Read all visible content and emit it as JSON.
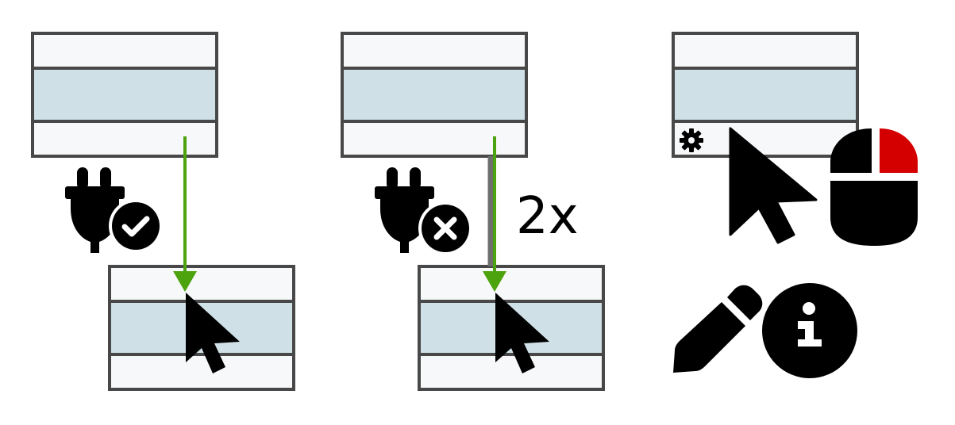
{
  "diagram": {
    "panels": [
      {
        "id": "connect-success",
        "status_icon": "check-circle-icon",
        "multiplier": ""
      },
      {
        "id": "connect-failed",
        "status_icon": "close-circle-icon",
        "multiplier": "2x"
      },
      {
        "id": "context-actions",
        "icons": [
          "gear-icon",
          "pointer-icon",
          "mouse-right-click-icon",
          "pencil-icon",
          "info-icon"
        ]
      }
    ],
    "colors": {
      "box_fill": "#f6f8f9",
      "selected_row": "#cfe1e6",
      "border": "#484848",
      "link_ok": "#4ca30d",
      "link_failed": "#6e6e6e",
      "right_button": "#d40000"
    }
  }
}
